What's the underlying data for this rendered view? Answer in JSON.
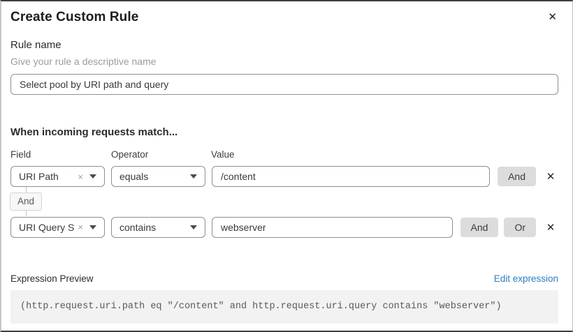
{
  "dialog": {
    "title": "Create Custom Rule"
  },
  "icons": {
    "close": "✕",
    "delete": "✕",
    "clear": "×"
  },
  "rule_name": {
    "label": "Rule name",
    "helper": "Give your rule a descriptive name",
    "value": "Select pool by URI path and query"
  },
  "match": {
    "heading": "When incoming requests match...",
    "columns": {
      "field": "Field",
      "operator": "Operator",
      "value": "Value"
    },
    "connector_label": "And",
    "rows": [
      {
        "field": "URI Path",
        "operator": "equals",
        "value": "/content",
        "and_label": "And"
      },
      {
        "field": "URI Query St...",
        "operator": "contains",
        "value": "webserver",
        "and_label": "And",
        "or_label": "Or"
      }
    ]
  },
  "expression": {
    "label": "Expression Preview",
    "edit_link": "Edit expression",
    "code": "(http.request.uri.path eq \"/content\" and http.request.uri.query contains \"webserver\")"
  },
  "colors": {
    "link_blue": "#2f7dc1",
    "button_gray": "#dcdcdc",
    "code_bg": "#f2f2f2",
    "border_dark": "#3f3f3f"
  }
}
